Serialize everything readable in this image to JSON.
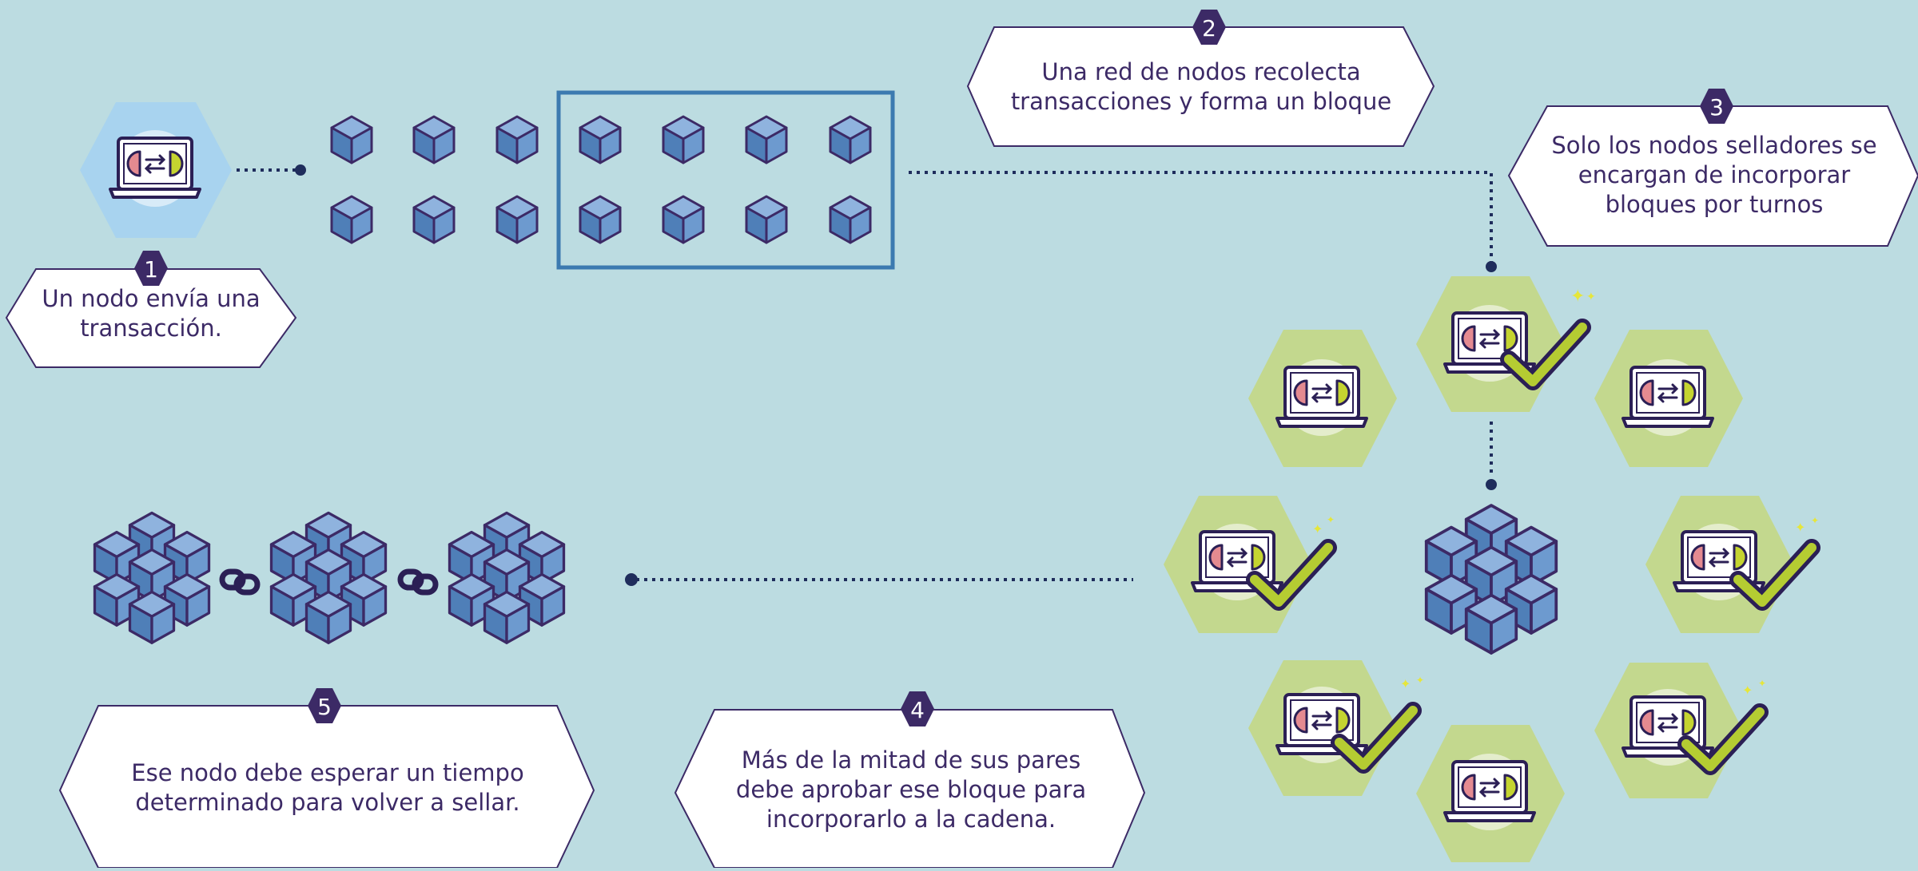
{
  "steps": [
    {
      "number": "1",
      "text": "Un nodo envía una\ntransacción."
    },
    {
      "number": "2",
      "text": "Una red de nodos recolecta\ntransacciones y forma un bloque"
    },
    {
      "number": "3",
      "text": "Solo los nodos selladores se\nencargan de incorporar\nbloques por turnos"
    },
    {
      "number": "4",
      "text": "Más de la mitad de sus pares\ndebe aprobar ese bloque para\nincorporarlo a la cadena."
    },
    {
      "number": "5",
      "text": "Ese nodo debe esperar un tiempo\ndeterminado para volver a sellar."
    }
  ],
  "colors": {
    "background": "#bcdce1",
    "purple": "#3c2a66",
    "navy": "#1f2d5c",
    "cube_blue": "#5d8ec5",
    "block_frame": "#3c7ab0",
    "sender_hex": "#a8d3ef",
    "validator_hex": "#c3d88e",
    "check_green": "#b5cc32"
  },
  "icons": [
    "laptop-exchange-icon",
    "cube-icon",
    "block-cluster-icon",
    "chain-link-icon",
    "checkmark-icon",
    "sparkle-icon"
  ]
}
